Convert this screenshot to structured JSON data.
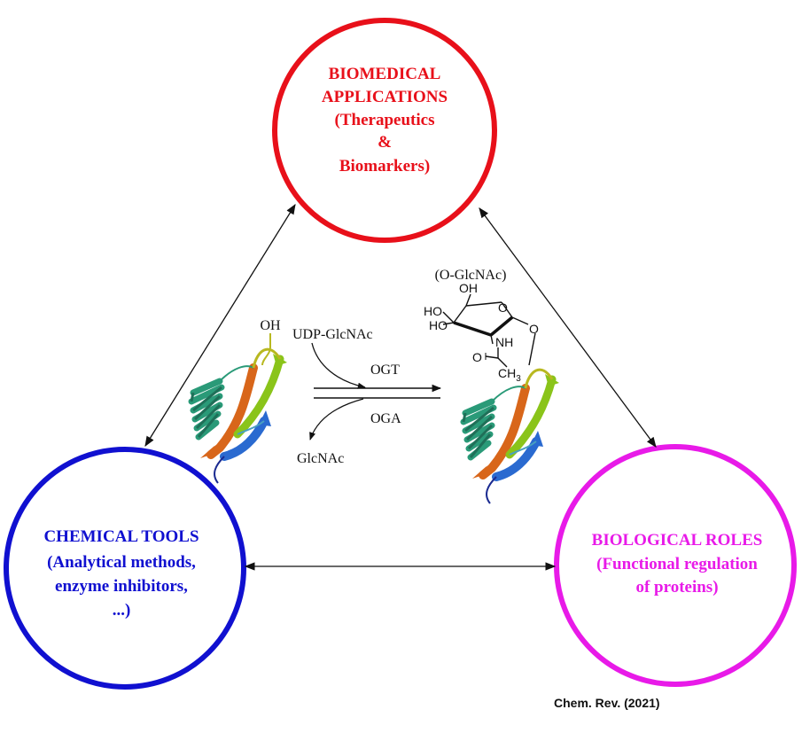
{
  "colors": {
    "biomedical": "#e8101a",
    "chemical": "#1010d0",
    "biological": "#e81ae8",
    "arrow": "#111111"
  },
  "nodes": {
    "biomedical": {
      "lines": [
        "BIOMEDICAL",
        "APPLICATIONS",
        "(Therapeutics",
        "&",
        "Biomarkers)"
      ]
    },
    "chemical": {
      "lines": [
        "CHEMICAL TOOLS",
        "(Analytical methods,",
        "enzyme inhibitors,",
        "...)"
      ]
    },
    "biological": {
      "lines": [
        "BIOLOGICAL ROLES",
        "(Functional regulation",
        "of proteins)"
      ]
    }
  },
  "reaction": {
    "substrate_oh": "OH",
    "donor": "UDP-GlcNAc",
    "forward_enzyme": "OGT",
    "reverse_enzyme": "OGA",
    "released": "GlcNAc",
    "product_label": "(O-GlcNAc)",
    "sugar_labels": {
      "oh_top": "OH",
      "ho_1": "HO",
      "ho_2": "HO",
      "ring_o": "O",
      "link_o": "O",
      "nh": "NH",
      "carbonyl_o": "O",
      "ch3": "CH",
      "ch3_sub": "3"
    }
  },
  "citation": "Chem. Rev. (2021)",
  "icons": [
    "protein-ribbon-icon",
    "glcnac-structure-icon"
  ]
}
